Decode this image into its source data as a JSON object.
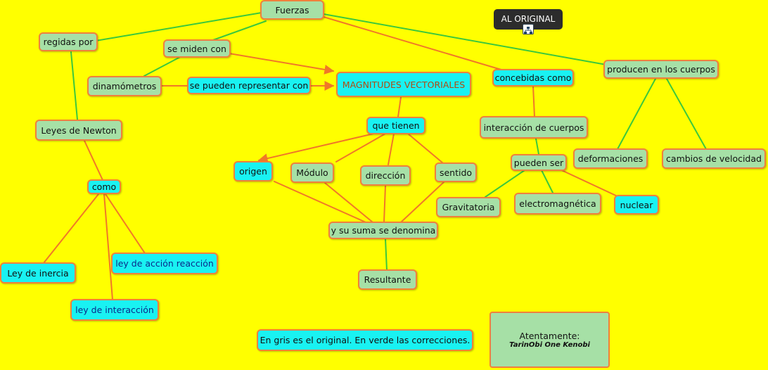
{
  "title_node": "Fuerzas",
  "original_button": "AL ORIGINAL",
  "original_icon": "network-map-icon",
  "nodes": {
    "regidas_por": "regidas por",
    "se_miden_con": "se miden con",
    "dinamometros": "dinamómetros",
    "se_pueden_representar": "se pueden representar con",
    "magnitudes": "MAGNITUDES VECTORIALES",
    "concebidas_como": "concebidas como",
    "producen": "producen en los cuerpos",
    "leyes_newton": "Leyes de Newton",
    "que_tienen": "que  tienen",
    "interaccion_cuerpos": "interacción de cuerpos",
    "deformaciones": "deformaciones",
    "cambios_velocidad": "cambios de velocidad",
    "pueden_ser": "pueden ser",
    "origen": "origen",
    "modulo": "Módulo",
    "direccion": "dirección",
    "sentido": "sentido",
    "como": "como",
    "gravitatoria": "Gravitatoria",
    "electromagnetica": "electromagnética",
    "nuclear": "nuclear",
    "suma": "y su suma se denomina",
    "ley_inercia": "Ley de  inercia",
    "ley_accion": "ley de acción reacción",
    "resultante": "Resultante",
    "ley_interaccion": "ley de interacción",
    "nota": "En gris es el original. En verde las correcciones."
  },
  "signature": {
    "line1": "Atentamente:",
    "line2": "TarinObi One Kenobi"
  },
  "colors": {
    "background": "#ffff00",
    "node_green": "#a6e0a6",
    "node_cyan": "#19f2f2",
    "border": "#f0803c",
    "link_green": "#3cc83c",
    "link_orange": "#f07828"
  }
}
